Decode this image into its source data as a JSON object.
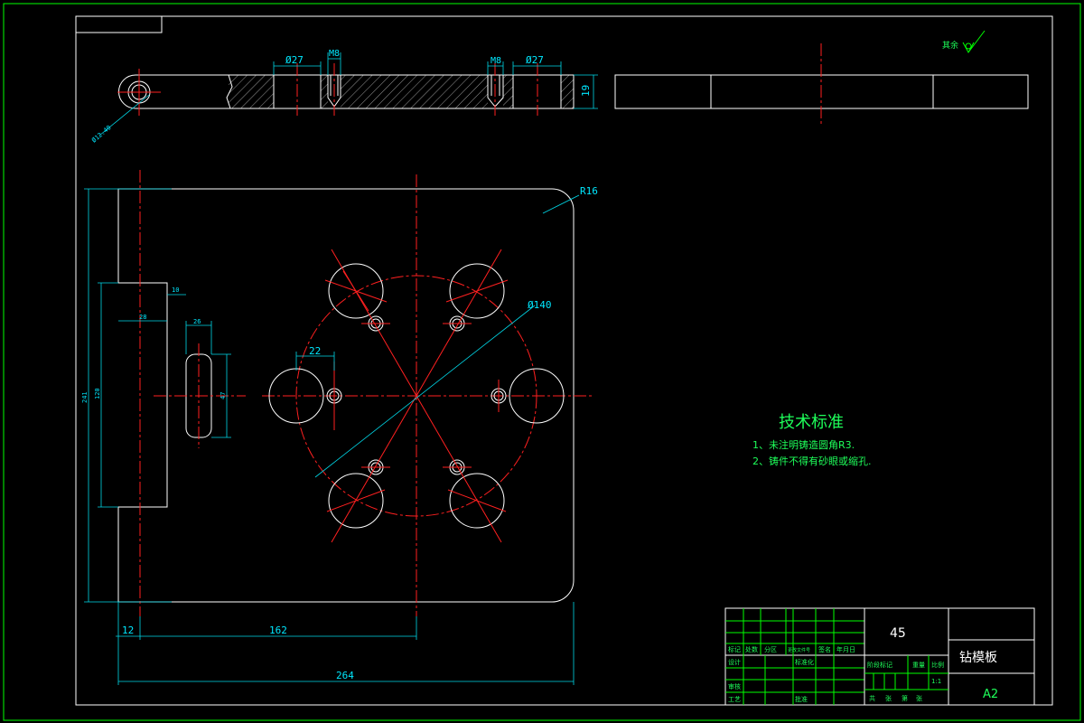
{
  "dimensions": {
    "top_hole_diameter_left": "Ø27",
    "top_thread_left": "M8",
    "top_thread_right": "M8",
    "top_hole_diameter_right": "Ø27",
    "plate_thickness": "19",
    "side_hole_note": "Ø12.40",
    "corner_radius": "R16",
    "circle_diameter": "Ø140",
    "hole_diameter": "22",
    "width_total": "264",
    "width_to_center": "162",
    "offset_left": "12",
    "height_total": "241",
    "height_inner": "120",
    "slot_width": "28",
    "slot_gap": "10",
    "slot2_width": "26",
    "slot2_height": "47"
  },
  "technical_notes": {
    "heading": "技术标准",
    "item1": "1、未注明铸造圆角R3.",
    "item2": "2、铸件不得有砂眼或缩孔."
  },
  "surface_mark": "其余",
  "title_block": {
    "material": "45",
    "part_name": "钻模板",
    "sheet_size": "A2",
    "scale": "1:1",
    "row_labels": [
      "标记",
      "处数",
      "分区",
      "更改文件号",
      "签名",
      "年月日"
    ],
    "col_labels": [
      "设计",
      "标准化",
      "审核",
      "工艺",
      "批准"
    ],
    "stage_labels": [
      "阶段标记",
      "重量",
      "比例"
    ],
    "sheet_labels": [
      "共",
      "张",
      "第",
      "张"
    ]
  }
}
